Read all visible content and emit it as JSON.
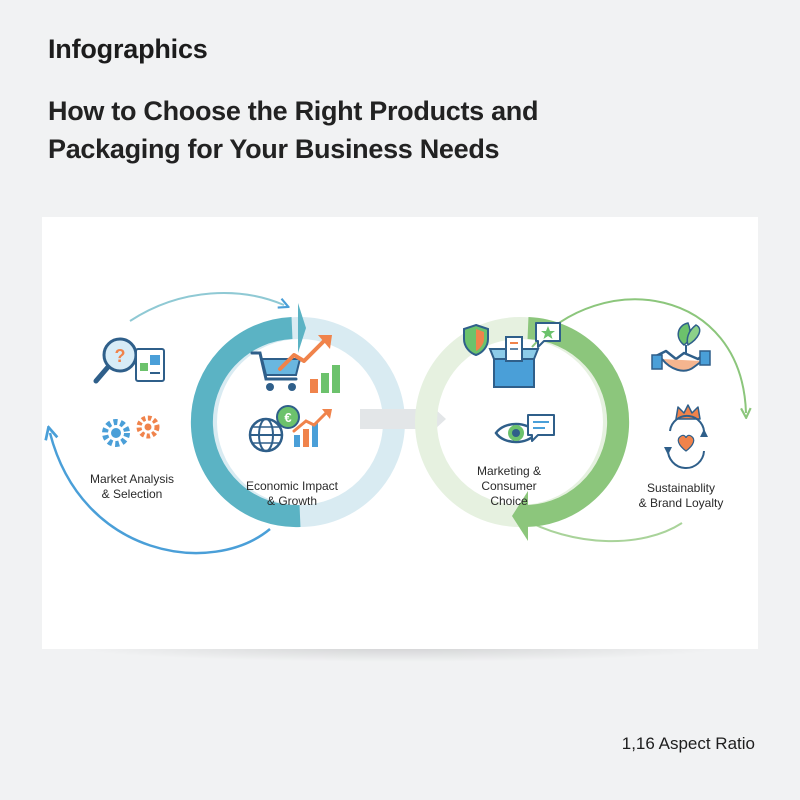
{
  "header": {
    "eyebrow": "Infographics",
    "title_line1": "How to Choose the Right Products and",
    "title_line2": "Packaging for Your Business Needs"
  },
  "stages": [
    {
      "line1": "Market Analysis",
      "line2": "& Selection",
      "icons": [
        "magnifier-question-icon",
        "document-chart-icon",
        "gears-icon"
      ]
    },
    {
      "line1": "Economic Impact",
      "line2": "& Growth",
      "icons": [
        "shopping-cart-icon",
        "trend-arrow-icon",
        "bar-chart-icon",
        "globe-icon",
        "euro-coin-icon",
        "growth-chart-icon"
      ]
    },
    {
      "line1": "Marketing &",
      "line2": "Consumer",
      "line3": "Choice",
      "icons": [
        "shield-icon",
        "open-box-icon",
        "star-bubble-icon",
        "eye-icon",
        "chat-bubble-icon"
      ]
    },
    {
      "line1": "Sustainablity",
      "line2": "& Brand Loyalty",
      "icons": [
        "handshake-icon",
        "leaf-icon",
        "crown-icon",
        "heart-cycle-icon"
      ]
    }
  ],
  "colors": {
    "blue_cycle": "#5bb3c4",
    "blue_light": "#d6e9f0",
    "green_cycle": "#8cc67c",
    "green_light": "#e3f0dc",
    "arrow_gray": "#e3e6e8",
    "icon_orange": "#f0834b",
    "icon_blue": "#4a9fd8"
  },
  "footer": {
    "aspect": "1,16 Aspect Ratio"
  }
}
